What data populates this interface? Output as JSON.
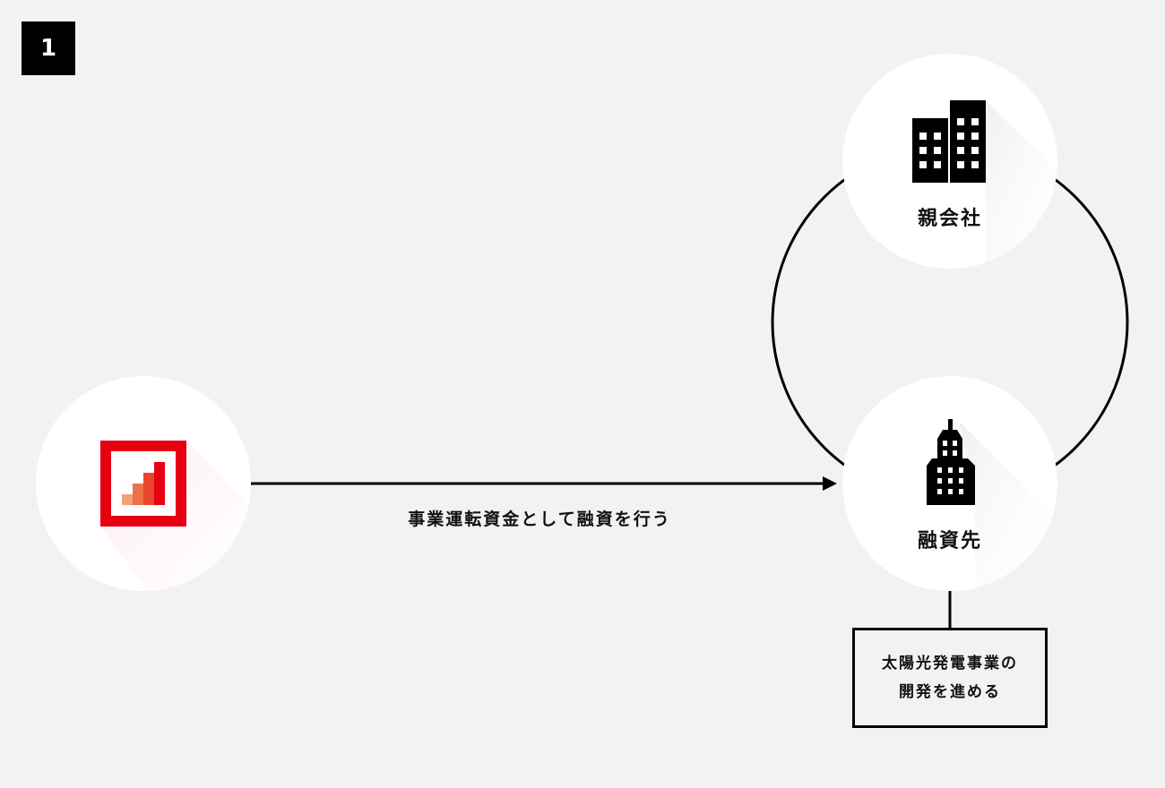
{
  "step_number": "1",
  "nodes": {
    "parent_company": "親会社",
    "borrower": "融資先"
  },
  "arrow_label": "事業運転資金として融資を行う",
  "borrower_note": [
    "太陽光発電事業の",
    "開発を進める"
  ],
  "colors": {
    "background": "#f2f2f2",
    "brand_red": "#e60012",
    "bar1": "#f4a07a",
    "bar2": "#ee7148",
    "bar3": "#e8452c",
    "bar4": "#e60012"
  }
}
